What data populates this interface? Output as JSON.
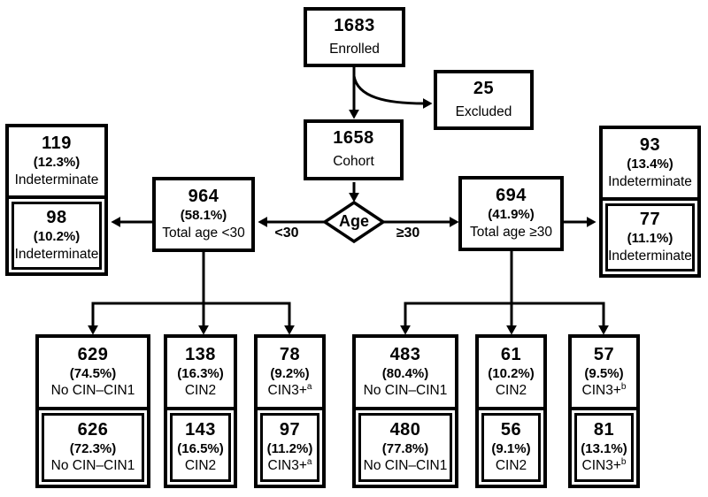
{
  "nodes": {
    "enrolled": {
      "value": "1683",
      "label": "Enrolled"
    },
    "excluded": {
      "value": "25",
      "label": "Excluded"
    },
    "cohort": {
      "value": "1658",
      "label": "Cohort"
    },
    "age_decision": {
      "label": "Age"
    },
    "edge_labels": {
      "under_30": "<30",
      "over_30": "≥30"
    },
    "under30_total": {
      "value": "964",
      "percent": "(58.1%)",
      "label": "Total age <30"
    },
    "over30_total": {
      "value": "694",
      "percent": "(41.9%)",
      "label": "Total age ≥30"
    }
  },
  "stacks": {
    "indeterminate_left": {
      "top": {
        "value": "119",
        "percent": "(12.3%)",
        "label": "Indeterminate"
      },
      "bottom": {
        "value": "98",
        "percent": "(10.2%)",
        "label": "Indeterminate"
      }
    },
    "indeterminate_right": {
      "top": {
        "value": "93",
        "percent": "(13.4%)",
        "label": "Indeterminate"
      },
      "bottom": {
        "value": "77",
        "percent": "(11.1%)",
        "label": "Indeterminate"
      }
    },
    "under30_no_cin": {
      "top": {
        "value": "629",
        "percent": "(74.5%)",
        "label": "No CIN–CIN1"
      },
      "bottom": {
        "value": "626",
        "percent": "(72.3%)",
        "label": "No CIN–CIN1"
      }
    },
    "under30_cin2": {
      "top": {
        "value": "138",
        "percent": "(16.3%)",
        "label": "CIN2"
      },
      "bottom": {
        "value": "143",
        "percent": "(16.5%)",
        "label": "CIN2"
      }
    },
    "under30_cin3": {
      "top": {
        "value": "78",
        "percent": "(9.2%)",
        "label": "CIN3+",
        "sup": "a"
      },
      "bottom": {
        "value": "97",
        "percent": "(11.2%)",
        "label": "CIN3+",
        "sup": "a"
      }
    },
    "over30_no_cin": {
      "top": {
        "value": "483",
        "percent": "(80.4%)",
        "label": "No CIN–CIN1"
      },
      "bottom": {
        "value": "480",
        "percent": "(77.8%)",
        "label": "No CIN–CIN1"
      }
    },
    "over30_cin2": {
      "top": {
        "value": "61",
        "percent": "(10.2%)",
        "label": "CIN2"
      },
      "bottom": {
        "value": "56",
        "percent": "(9.1%)",
        "label": "CIN2"
      }
    },
    "over30_cin3": {
      "top": {
        "value": "57",
        "percent": "(9.5%)",
        "label": "CIN3+",
        "sup": "b"
      },
      "bottom": {
        "value": "81",
        "percent": "(13.1%)",
        "label": "CIN3+",
        "sup": "b"
      }
    }
  },
  "colors": {
    "line": "#000000",
    "box_bg": "#ffffff",
    "page_bg": "#ffffff"
  }
}
